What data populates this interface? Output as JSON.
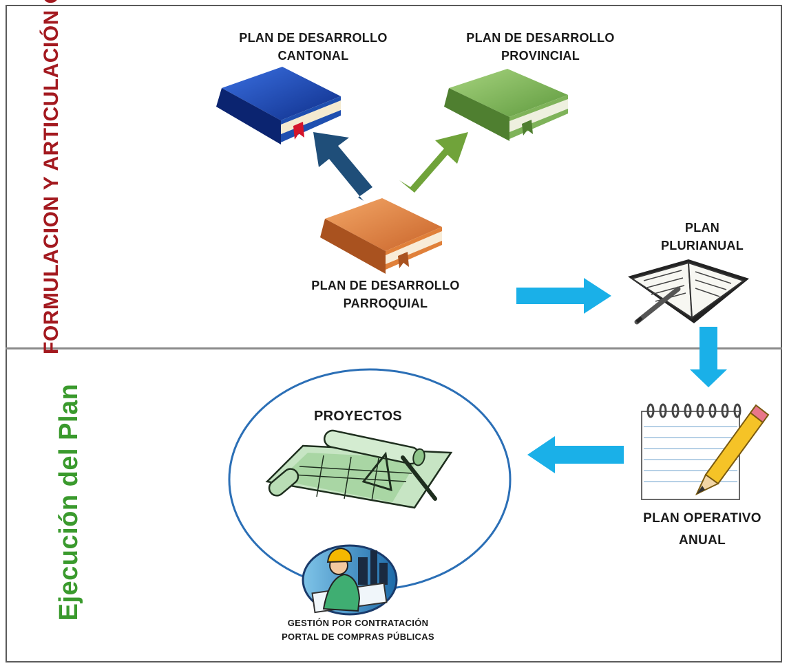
{
  "sections": {
    "top_label": "FORMULACION  Y ARTICULACIÓN CON LOS GADs",
    "bottom_label": "Ejecución del Plan"
  },
  "nodes": {
    "cantonal": {
      "line1": "PLAN DE DESARROLLO",
      "line2": "CANTONAL"
    },
    "provincial": {
      "line1": "PLAN DE DESARROLLO",
      "line2": "PROVINCIAL"
    },
    "parroquial": {
      "line1": "PLAN DE DESARROLLO",
      "line2": "PARROQUIAL"
    },
    "plurianual": {
      "line1": "PLAN",
      "line2": "PLURIANUAL"
    },
    "operativo": {
      "line1": "PLAN OPERATIVO",
      "line2": "ANUAL"
    },
    "proyectos": {
      "label": "PROYECTOS"
    },
    "gestion": {
      "line1": "GESTIÓN POR CONTRATACIÓN",
      "line2": "PORTAL DE  COMPRAS PÚBLICAS"
    }
  },
  "colors": {
    "top_label": "#a3191f",
    "bottom_label": "#3a9a2d",
    "book_blue": "#1f4fb0",
    "book_green": "#7fb35a",
    "book_orange": "#e0803a",
    "arrow_navy": "#1f4e79",
    "arrow_green": "#70a33a",
    "arrow_cyan": "#1ab0e8",
    "circle": "#2b6fb6"
  }
}
